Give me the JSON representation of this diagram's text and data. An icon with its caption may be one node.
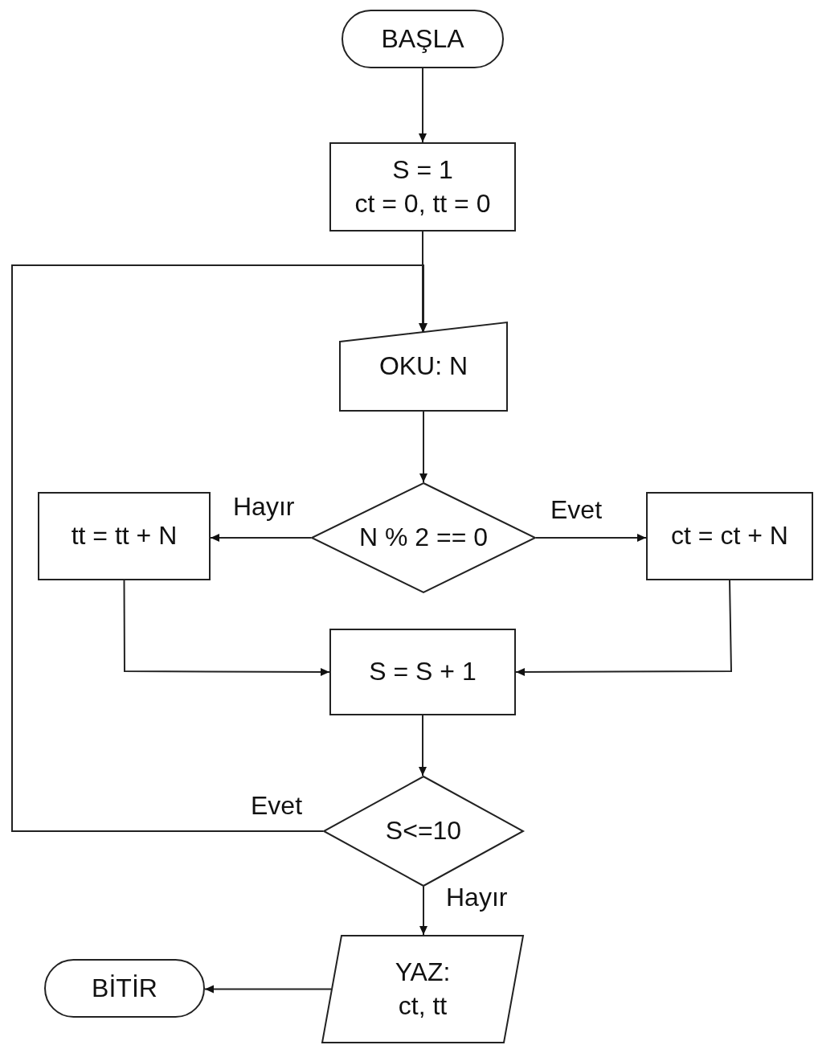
{
  "diagram": {
    "nodes": [
      {
        "text": [
          "BAŞLA"
        ]
      },
      {
        "text": [
          "S = 1",
          "ct = 0, tt = 0"
        ]
      },
      {
        "text": [
          "OKU: N"
        ]
      },
      {
        "text": [
          "N % 2 == 0"
        ]
      },
      {
        "text": [
          "tt = tt + N"
        ]
      },
      {
        "text": [
          "ct = ct + N"
        ]
      },
      {
        "text": [
          "S = S + 1"
        ]
      },
      {
        "text": [
          "S<=10"
        ]
      },
      {
        "text": [
          "YAZ: ct, tt"
        ]
      },
      {
        "text": [
          "BİTİR"
        ]
      }
    ],
    "edges": [
      {
        "from": 0,
        "to": 1,
        "arrow": "to"
      },
      {
        "from": 1,
        "to": 2,
        "arrow": "to"
      },
      {
        "from": 2,
        "to": 3,
        "arrow": "to"
      },
      {
        "from": 3,
        "to": 4,
        "arrow": "to",
        "label": "Hayır"
      },
      {
        "from": 3,
        "to": 5,
        "arrow": "to",
        "label": "Evet"
      },
      {
        "from": 4,
        "to": 6,
        "arrow": "to"
      },
      {
        "from": 5,
        "to": 6,
        "arrow": "to"
      },
      {
        "from": 6,
        "to": 7,
        "arrow": "to"
      },
      {
        "from": 7,
        "to": 2,
        "arrow": "to",
        "label": "Evet"
      },
      {
        "from": 7,
        "to": 8,
        "arrow": "to",
        "label": "Hayır"
      },
      {
        "from": 8,
        "to": 9,
        "arrow": "to"
      }
    ]
  }
}
